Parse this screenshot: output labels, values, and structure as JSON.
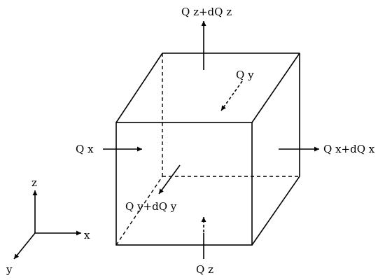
{
  "labels": {
    "qz_top": "Q z+dQ z",
    "qy_back": "Q y",
    "qx_left": "Q x",
    "qx_right": "Q x+dQ x",
    "qy_front": "Q y+dQ y",
    "qz_bottom": "Q z"
  },
  "axes": {
    "z": "z",
    "x": "x",
    "y": "y"
  }
}
